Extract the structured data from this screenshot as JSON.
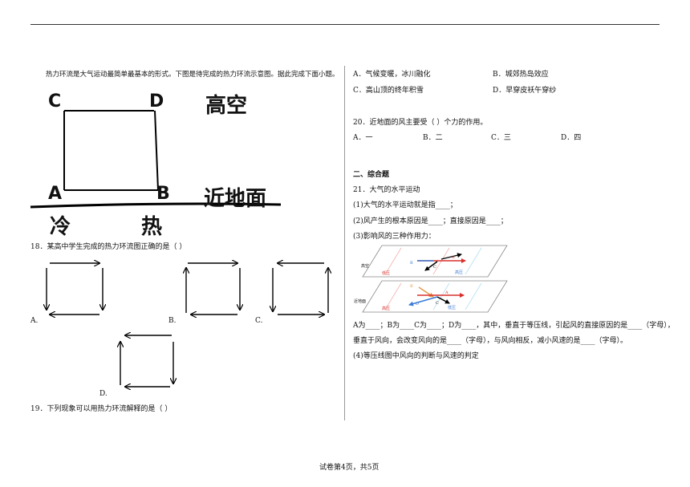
{
  "intro": "热力环流是大气运动最简单最基本的形式。下图是待完成的热力环流示意图。据此完成下面小题。",
  "diagram": {
    "label_c": "C",
    "label_d": "D",
    "label_a": "A",
    "label_b": "B",
    "high_altitude": "高空",
    "near_ground": "近地面",
    "cold": "冷",
    "hot": "热"
  },
  "q18": {
    "stem": "18．某高中学生完成的热力环流图正确的是（    ）",
    "opt_a": "A.",
    "opt_b": "B.",
    "opt_c": "C.",
    "opt_d": "D."
  },
  "q19": {
    "stem": "19．下列现象可以用热力环流解释的是（    ）",
    "opt_a": "A．气候变暖，冰川融化",
    "opt_b": "B．城郊热岛效应",
    "opt_c": "C．高山顶的终年积雪",
    "opt_d": "D．早穿皮袄午穿纱"
  },
  "q20": {
    "stem": "20．近地面的风主要受（    ）个力的作用。",
    "opt_a": "A．一",
    "opt_b": "B．二",
    "opt_c": "C．三",
    "opt_d": "D．四"
  },
  "section2": {
    "heading": "二、综合题",
    "q21_stem": "21．大气的水平运动",
    "q21_1": "(1)大气的水平运动就是指____；",
    "q21_2": "(2)风产生的根本原因是____；直接原因是____；",
    "q21_3": "(3)影响风的三种作用力：",
    "q21_3_line1": "A为____；B为____C为____；D为____，其中，垂直于等压线，引起风的直接原因的是____（字母），",
    "q21_3_line2": "垂直于风向，会改变风向的是____（字母），与风向相反，减小风速的是____（字母）。",
    "q21_4": "(4)等压线图中风向的判断与风速的判定"
  },
  "wind_figure": {
    "upper_label": "高空",
    "lower_label": "近地面",
    "upper_low": "低压",
    "upper_high": "高压",
    "lower_high": "高压",
    "lower_low": "低压",
    "upper_a": "A",
    "upper_b": "B",
    "upper_c": "C",
    "lower_a": "A",
    "lower_b": "B",
    "lower_c": "C",
    "lower_d": "D"
  },
  "footer": "试卷第4页，共5页",
  "colors": {
    "blue_arrow": "#3a7bd5",
    "red_arrow": "#d9302c",
    "orange_arrow": "#e39a4a",
    "plane_line": "#888888"
  }
}
